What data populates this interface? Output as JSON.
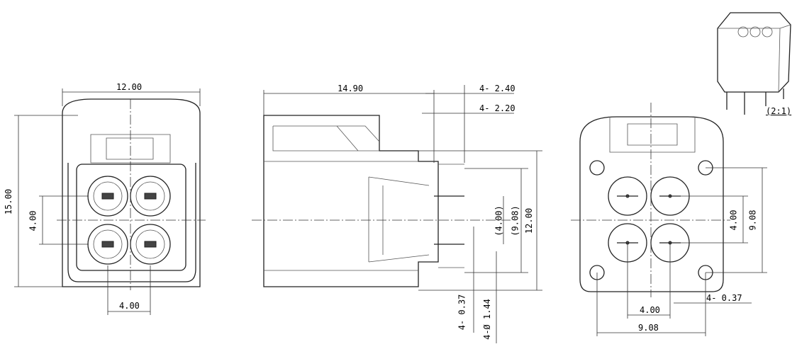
{
  "front_view": {
    "width_dim": "12.00",
    "height_dim": "15.00",
    "pitch_v_dim": "4.00",
    "pitch_h_dim": "4.00"
  },
  "side_view": {
    "length_dim": "14.90",
    "pin_dim_1": "4- 2.40",
    "pin_dim_2": "4- 2.20",
    "pitch_dim": "(4.00)",
    "span_dim": "(9.08)",
    "height_dim": "12.00",
    "pin_thickness_dim": "4- 0.37",
    "hole_dim": "4-Ø 1.44"
  },
  "rear_view": {
    "pitch_v_dim": "4.00",
    "span_v_dim": "9.08",
    "pin_dim": "4- 0.37",
    "pitch_h_dim": "4.00",
    "span_h_dim": "9.08"
  },
  "iso_view": {
    "scale_label": "(2:1)"
  }
}
